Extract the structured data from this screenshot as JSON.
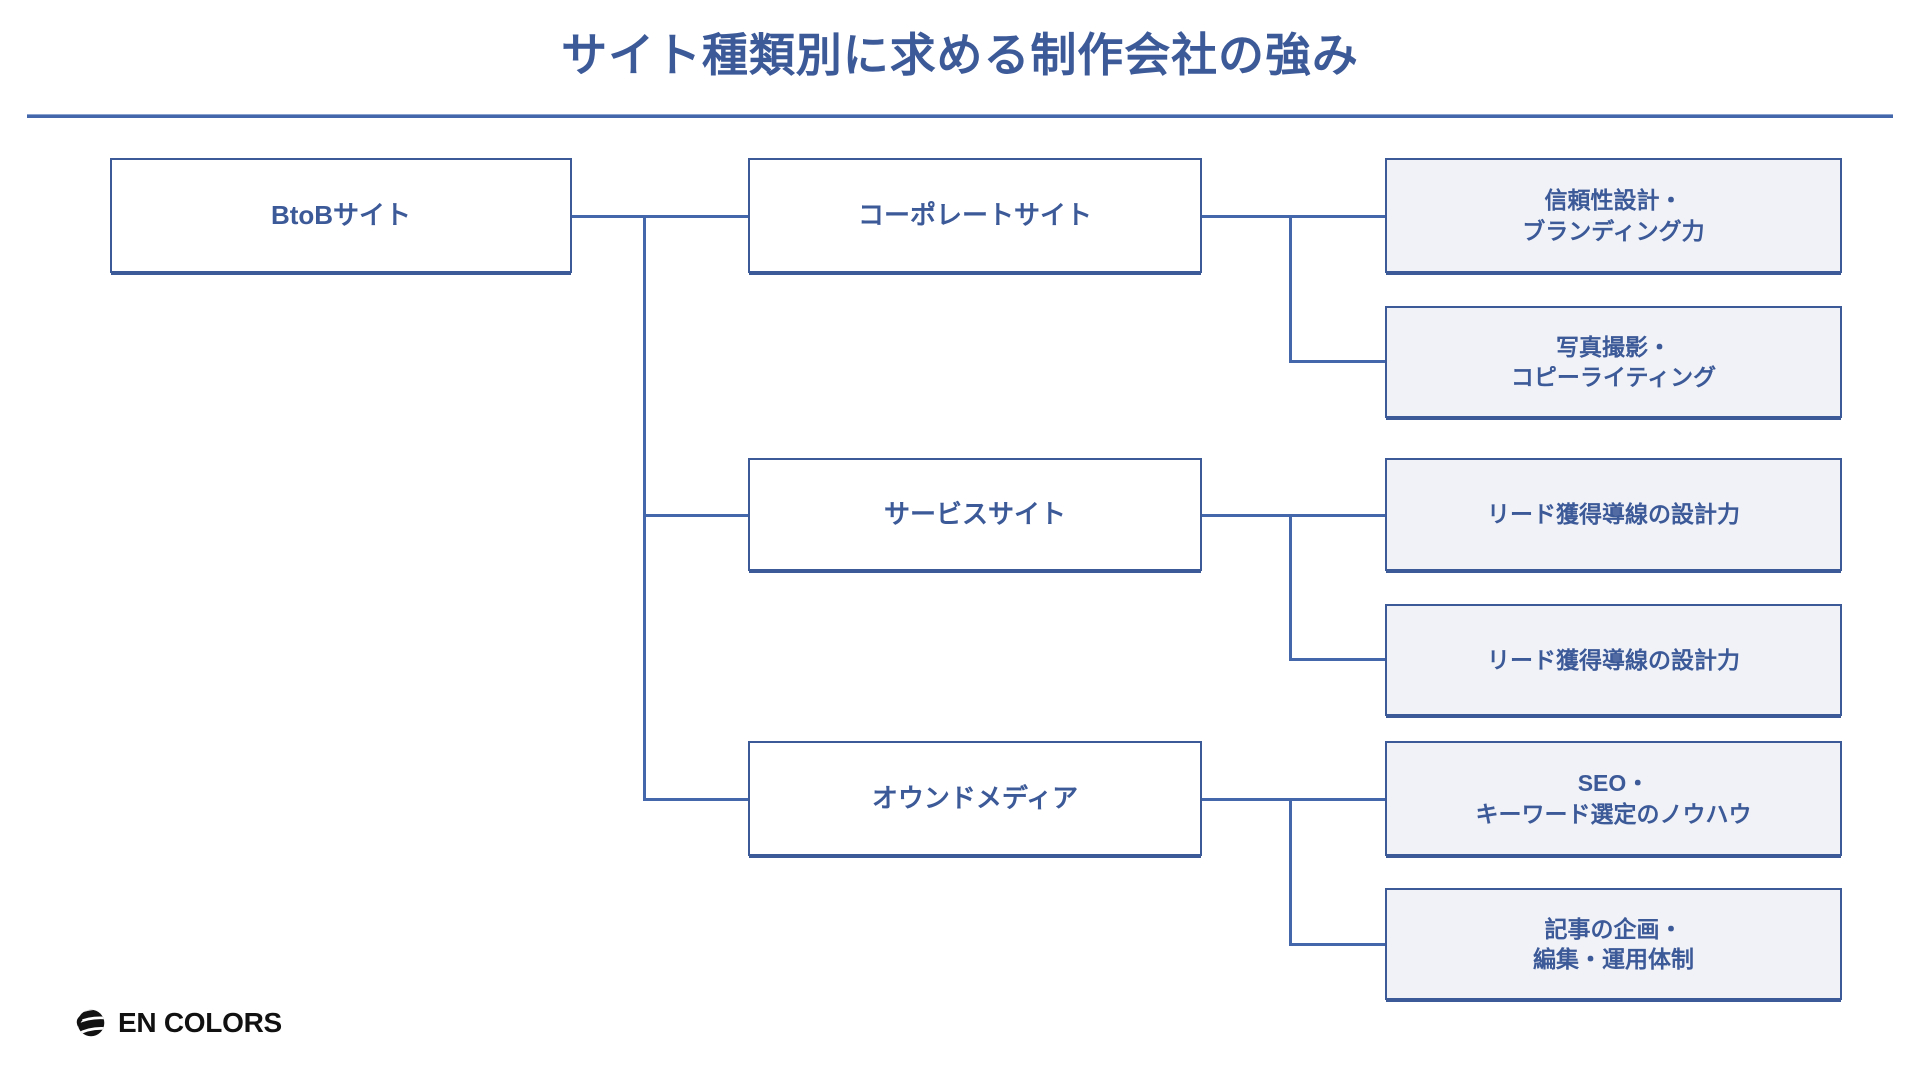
{
  "slide": {
    "title": "サイト種類別に求める制作会社の強み",
    "accent_color": "#3c5998",
    "line_color": "#4466aa",
    "level3_fill": "#f0f2f7",
    "background": "#ffffff"
  },
  "root": {
    "label": "BtoBサイト"
  },
  "branches": [
    {
      "category": "コーポレートサイト",
      "strengths": [
        "信頼性設計・\nブランディング力",
        "写真撮影・\nコピーライティング"
      ]
    },
    {
      "category": "サービスサイト",
      "strengths": [
        "リード獲得導線の設計力",
        "リード獲得導線の設計力"
      ]
    },
    {
      "category": "オウンドメディア",
      "strengths": [
        "SEO・\nキーワード選定のノウハウ",
        "記事の企画・\n編集・運用体制"
      ]
    }
  ],
  "logo": {
    "name": "EN COLORS",
    "mark": "globe-stripes-icon",
    "color": "#111111"
  }
}
